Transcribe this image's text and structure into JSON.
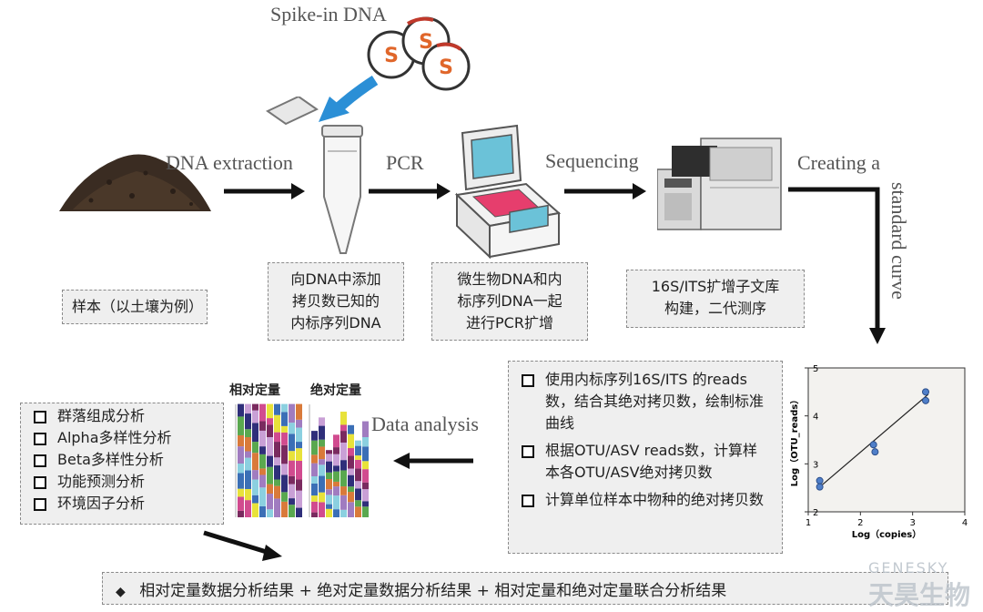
{
  "labels": {
    "spike_in": "Spike-in DNA",
    "dna_extraction": "DNA extraction",
    "pcr": "PCR",
    "sequencing": "Sequencing",
    "standard_curve_1": "Creating a",
    "standard_curve_2": "standard curve",
    "data_analysis": "Data analysis",
    "spike_letter": "S"
  },
  "boxes": {
    "sample": "样本（以土壤为例）",
    "spike": [
      "向DNA中添加",
      "拷贝数已知的",
      "内标序列DNA"
    ],
    "pcr": [
      "微生物DNA和内",
      "标序列DNA一起",
      "进行PCR扩增"
    ],
    "library": [
      "16S/ITS扩增子文库",
      "构建，二代测序"
    ]
  },
  "curve_steps": [
    "使用内标序列16S/ITS 的reads数，结合其绝对拷贝数，绘制标准曲线",
    "根据OTU/ASV reads数，计算样本各OTU/ASV绝对拷贝数",
    "计算单位样本中物种的绝对拷贝数"
  ],
  "analyses": [
    "群落组成分析",
    "Alpha多样性分析",
    "Beta多样性分析",
    "功能预测分析",
    "环境因子分析"
  ],
  "mini_chart_titles": {
    "relative": "相对定量",
    "absolute": "绝对定量"
  },
  "bottom_summary": "相对定量数据分析结果 + 绝对定量数据分析结果 + 相对定量和绝对定量联合分析结果",
  "watermark": {
    "en": "GENESKY",
    "cn": "天昊生物"
  },
  "colors": {
    "arrow": "#111111",
    "blue_arrow": "#2b8fd6",
    "spike_red": "#c0392b",
    "point": "#4f7fc9"
  },
  "chart_data": {
    "type": "scatter",
    "xlabel": "Log（copies）",
    "ylabel": "Log（OTU_reads）",
    "xlim": [
      1,
      4
    ],
    "ylim": [
      2,
      5
    ],
    "xticks": [
      1,
      2,
      3,
      4
    ],
    "yticks": [
      2,
      3,
      4,
      5
    ],
    "points": [
      {
        "x": 1.22,
        "y": 2.65
      },
      {
        "x": 1.22,
        "y": 2.52
      },
      {
        "x": 2.25,
        "y": 3.4
      },
      {
        "x": 2.28,
        "y": 3.25
      },
      {
        "x": 3.25,
        "y": 4.5
      },
      {
        "x": 3.25,
        "y": 4.32
      }
    ],
    "fit_line": [
      {
        "x": 1.2,
        "y": 2.5
      },
      {
        "x": 3.3,
        "y": 4.45
      }
    ],
    "grid": false
  }
}
